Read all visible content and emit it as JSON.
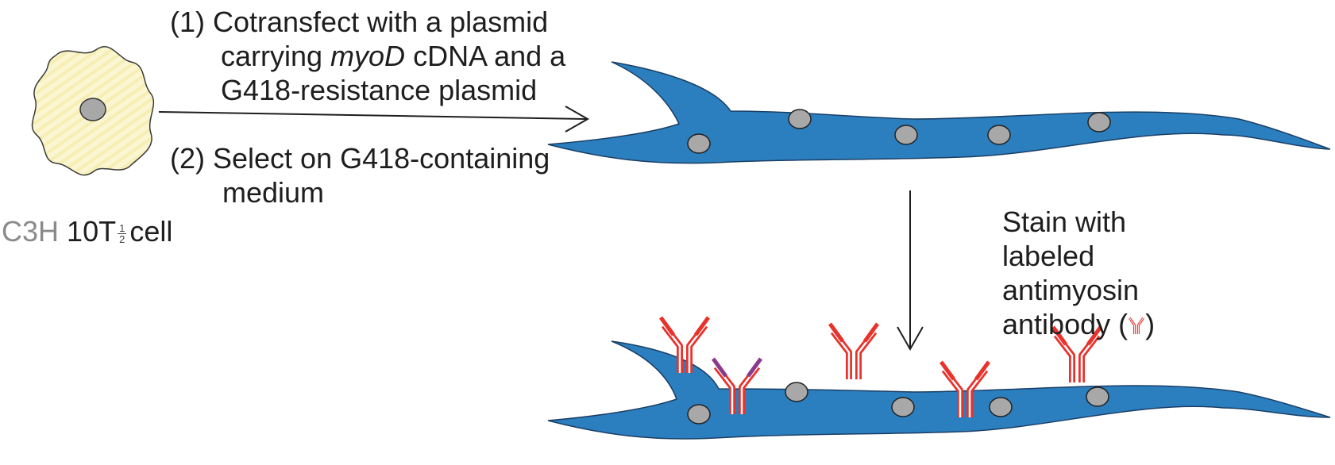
{
  "step1": {
    "line1": "(1) Cotransfect with a plasmid",
    "line2_pre": "carrying ",
    "line2_italic": "myoD",
    "line2_post": " cDNA and a",
    "line3": "G418-resistance plasmid"
  },
  "step2": {
    "line1": "(2) Select on G418-containing",
    "line2": "medium"
  },
  "cell_label": {
    "prefix": "C3H",
    "mid": "10T",
    "frac_num": "1",
    "frac_den": "2",
    "suffix": "cell"
  },
  "stain": {
    "line1": "Stain with",
    "line2": "labeled",
    "line3": "antimyosin",
    "line4_pre": "antibody (",
    "line4_post": ")"
  },
  "colors": {
    "cell_fill": "#fbf6d2",
    "myotube_fill": "#2b7fbf",
    "nucleus_fill": "#a8a8a8",
    "antibody_red": "#e8322c",
    "antibody_purple": "#8a3a8c",
    "arrow": "#1e1e1e"
  }
}
